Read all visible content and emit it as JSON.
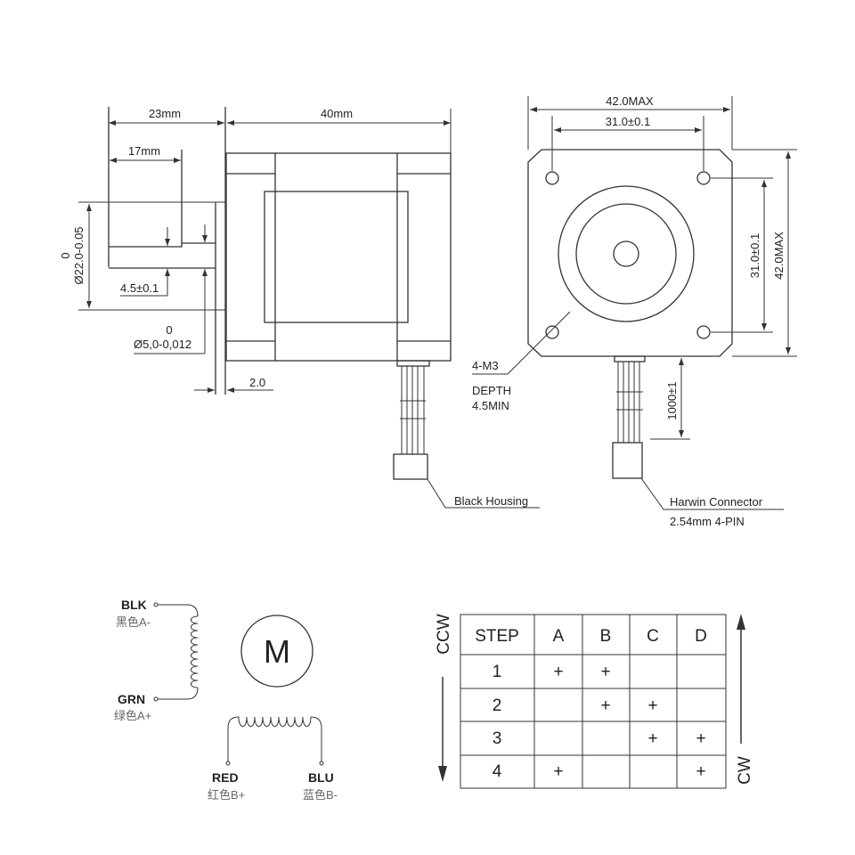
{
  "side_view": {
    "dim_flange_to_tip": "23mm",
    "dim_body_length": "40mm",
    "dim_flat_length": "17mm",
    "dim_boss_diameter_tol": "0",
    "dim_boss_diameter": "Ø22.0-0.05",
    "dim_flat_depth": "4.5±0.1",
    "dim_shaft_tol": "0",
    "dim_shaft_diameter": "Ø5,0-0,012",
    "dim_boss_height": "2.0",
    "housing_label": "Black Housing"
  },
  "front_view": {
    "dim_width": "42.0MAX",
    "dim_hole_spacing_h": "31.0±0.1",
    "dim_hole_spacing_v": "31.0±0.1",
    "dim_height": "42.0MAX",
    "hole_label": "4-M3",
    "depth_label": "DEPTH",
    "depth_value": "4.5MIN",
    "lead_length": "1000±1",
    "connector_label": "Harwin Connector",
    "connector_spec": "2.54mm 4-PIN"
  },
  "wiring": {
    "motor_symbol": "M",
    "wires": [
      {
        "color": "BLK",
        "desc": "黑色A-"
      },
      {
        "color": "GRN",
        "desc": "绿色A+"
      },
      {
        "color": "RED",
        "desc": "红色B+"
      },
      {
        "color": "BLU",
        "desc": "蓝色B-"
      }
    ]
  },
  "step_table": {
    "ccw_label": "CCW",
    "cw_label": "CW",
    "headers": [
      "STEP",
      "A",
      "B",
      "C",
      "D"
    ],
    "rows": [
      [
        "1",
        "+",
        "+",
        "",
        ""
      ],
      [
        "2",
        "",
        "+",
        "+",
        ""
      ],
      [
        "3",
        "",
        "",
        "+",
        "+"
      ],
      [
        "4",
        "+",
        "",
        "",
        "+"
      ]
    ]
  }
}
